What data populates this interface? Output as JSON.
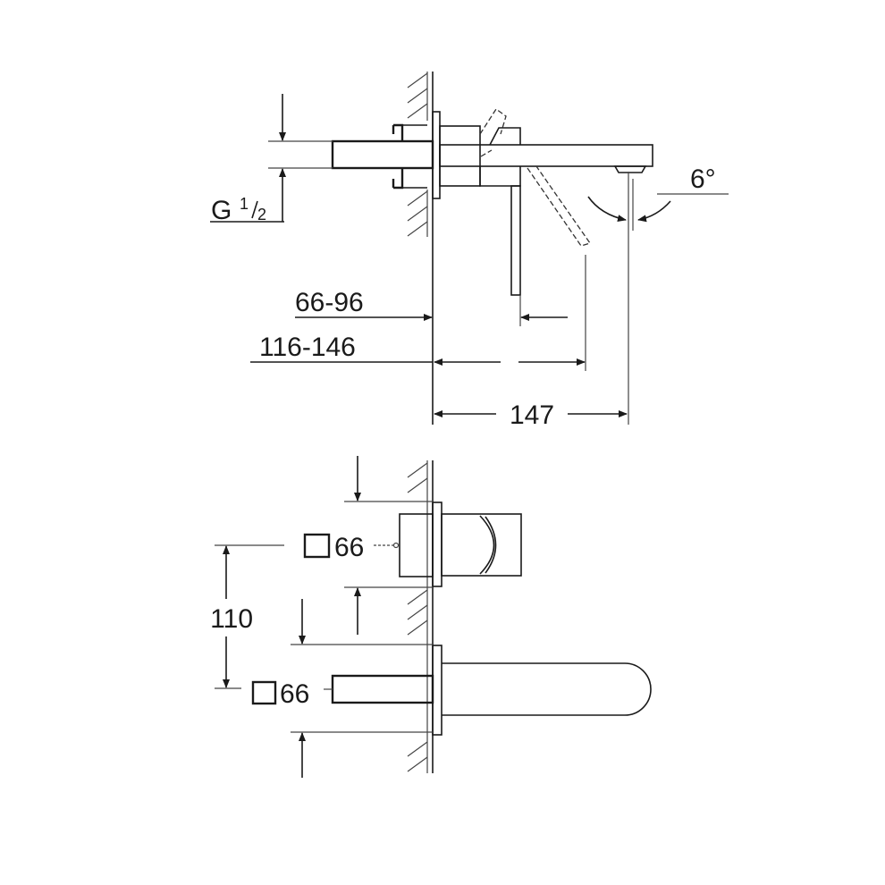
{
  "top_view": {
    "thread_label_g": "G",
    "thread_label_num": "1",
    "thread_label_den": "2",
    "dim_wall_to_lever": "66-96",
    "dim_wall_to_lever_tip": "116-146",
    "dim_projection": "147",
    "spout_angle": "6°"
  },
  "front_view": {
    "upper_plate_size": "66",
    "lower_plate_size": "66",
    "dim_vertical_spacing": "110"
  },
  "colors": {
    "line": "#1a1a1a",
    "background": "#ffffff"
  }
}
